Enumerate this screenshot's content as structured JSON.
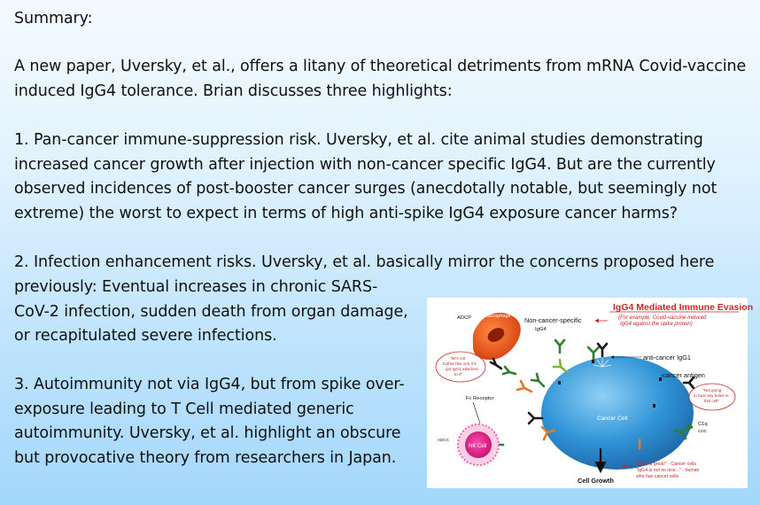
{
  "text": {
    "summary_heading": "Summary:",
    "intro": "A new paper, Uversky, et al., offers a litany of theoretical detriments from mRNA Covid-vaccine induced IgG4 tolerance. Brian discusses three highlights:",
    "point1": "1. Pan-cancer immune-suppression risk. Uversky, et al. cite animal studies demonstrating increased cancer growth after injection with non-cancer specific IgG4. But are the currently observed incidences of post-booster cancer surges (anecdotally notable, but seemingly not extreme) the worst to expect in terms of high anti-spike IgG4 exposure cancer harms?",
    "point2_line1": "2. Infection enhancement risks. Uversky, et al. basically mirror the concerns proposed here",
    "point2_rest": "previously: Eventual increases in chronic SARS-CoV-2 infection, sudden death from organ damage, or recapitulated severe infections.",
    "point3": "3. Autoimmunity not via IgG4, but from spike over-exposure leading to T Cell mediated generic autoimmunity. Uversky, et al. highlight an obscure but provocative theory from researchers in Japan."
  },
  "figure": {
    "title": "IgG4 Mediated Immune Evasion",
    "subtitle_line1": "(For example, Covid-vaccine-induced",
    "subtitle_line2": "IgG4 against the spike protein)",
    "adcp": "ADCP",
    "macrophage": "Macrophage",
    "non_cancer_specific": "Non-cancer-specific",
    "igg4": "IgG4",
    "anti_cancer_igg1": "anti-cancer IgG1",
    "cancer_antigen": "cancer antigen",
    "bubble_left_l1": "\"let's not",
    "bubble_left_l2": "bother this cell, it's",
    "bubble_left_l3": "got IgG4 attached",
    "bubble_left_l4": "to it\"",
    "bubble_right_l1": "\"Not going",
    "bubble_right_l2": "to bust any holes in",
    "bubble_right_l3": "this cell\"",
    "fc_receptor": "Fc Receptor",
    "cancer_cell": "Cancer Cell",
    "c1q": "C1q",
    "cdc": "CDC",
    "adcc": "ADCC",
    "nk_cell": "NK Cell",
    "quote1": "\"IgG4 is great!\" - Cancer cells",
    "quote2_l1": "\"IgG4 is not so nice...\" - human",
    "quote2_l2": "who has cancer cells",
    "cell_growth": "Cell Growth"
  },
  "colors": {
    "accent_red": "#c62828",
    "cancer_cell_blue": "#2f93d6",
    "nk_cell_pink": "#e0218a",
    "macrophage_orange": "#e8541c"
  }
}
